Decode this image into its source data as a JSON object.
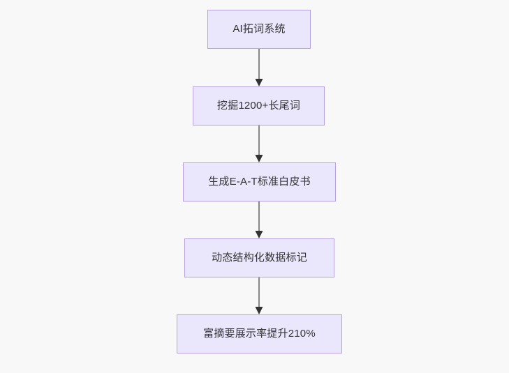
{
  "diagram": {
    "type": "flowchart",
    "direction": "top-to-bottom",
    "background_color": "#f8f8f8",
    "node_fill_color": "#eae6fc",
    "node_border_color": "#b6a2e0",
    "node_text_color": "#333333",
    "edge_color": "#888888",
    "arrowhead_color": "#333333",
    "nodes": [
      {
        "id": "n0",
        "label": "AI拓词系统"
      },
      {
        "id": "n1",
        "label": "挖掘1200+长尾词"
      },
      {
        "id": "n2",
        "label": "生成E-A-T标准白皮书"
      },
      {
        "id": "n3",
        "label": "动态结构化数据标记"
      },
      {
        "id": "n4",
        "label": "富摘要展示率提升210%"
      }
    ],
    "edges": [
      {
        "from": "n0",
        "to": "n1",
        "label": ""
      },
      {
        "from": "n1",
        "to": "n2",
        "label": ""
      },
      {
        "from": "n2",
        "to": "n3",
        "label": ""
      },
      {
        "from": "n3",
        "to": "n4",
        "label": ""
      }
    ]
  }
}
